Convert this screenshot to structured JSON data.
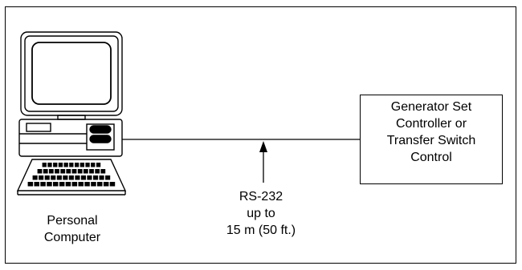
{
  "personal_computer": {
    "lines": [
      "Personal",
      "Computer"
    ],
    "icon": "personal-computer-icon"
  },
  "connection": {
    "lines": [
      "RS-232",
      "up to",
      "15 m (50 ft.)"
    ]
  },
  "controller": {
    "lines": [
      "Generator Set",
      "Controller or",
      "Transfer Switch",
      "Control"
    ]
  }
}
